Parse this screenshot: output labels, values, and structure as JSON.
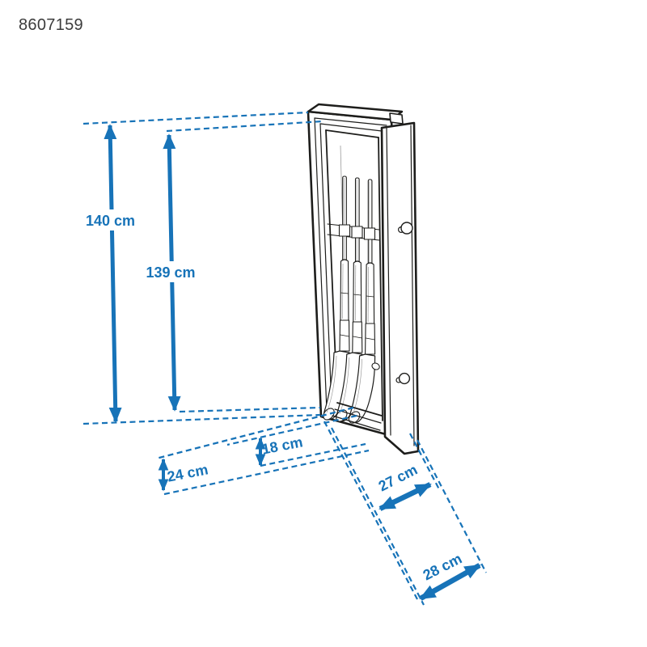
{
  "product_code": "8607159",
  "diagram": {
    "type": "technical dimension illustration",
    "subject": "tall steel gun cabinet with open door and three rifles inside",
    "rifle_count": 3
  },
  "dimension_labels": {
    "height_outer": "140 cm",
    "height_inner": "139 cm",
    "depth_inner": "18 cm",
    "depth_outer": "24 cm",
    "width_inner": "27 cm",
    "width_outer": "28 cm"
  },
  "colors": {
    "dimension_blue": "#1773b8",
    "outline_dark": "#1d1d1b",
    "code_text": "#3c3c3c",
    "background": "#ffffff"
  }
}
